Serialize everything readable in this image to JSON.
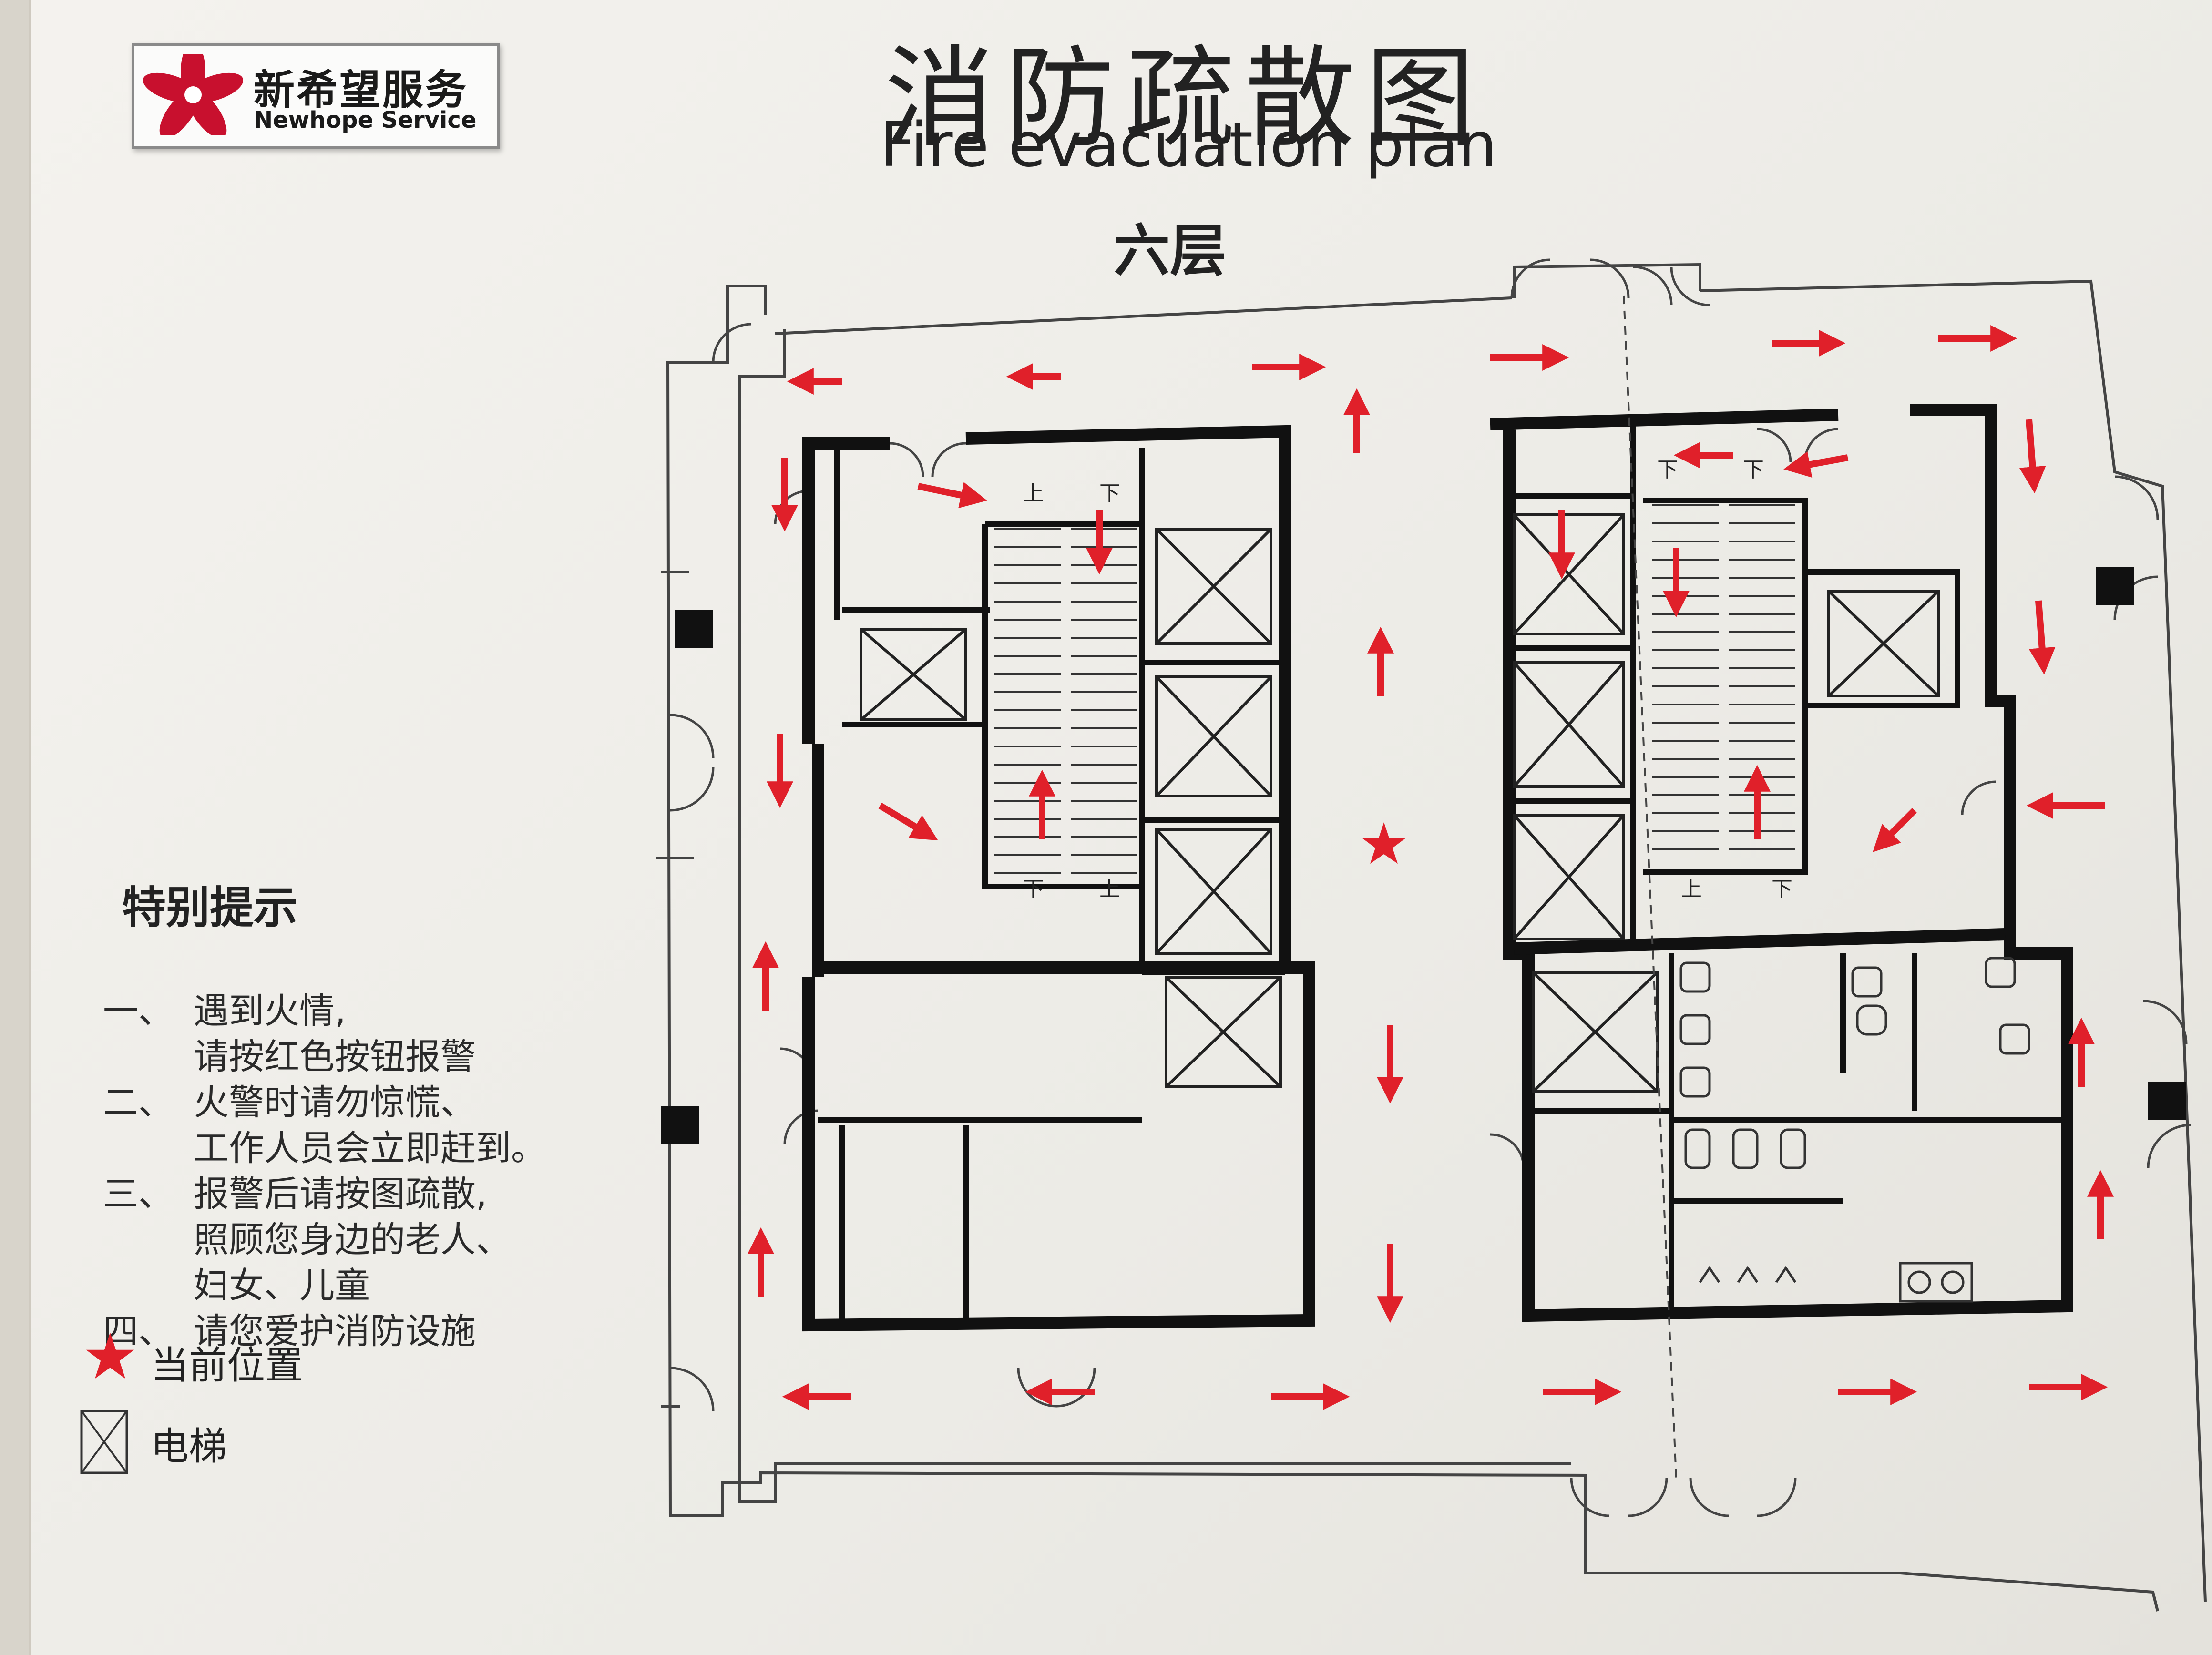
{
  "logo": {
    "name_cn": "新希望服务",
    "name_en": "Newhope Service"
  },
  "title": {
    "cn": "消防疏散图",
    "en": "Fire evacuation plan"
  },
  "floor": "六层",
  "notes": {
    "heading": "特别提示",
    "items": [
      {
        "num": "一、",
        "lines": [
          "遇到火情,",
          "请按红色按钮报警"
        ]
      },
      {
        "num": "二、",
        "lines": [
          "火警时请勿惊慌、",
          "工作人员会立即赶到。"
        ]
      },
      {
        "num": "三、",
        "lines": [
          "报警后请按图疏散,",
          "照顾您身边的老人、",
          "妇女、儿童"
        ]
      },
      {
        "num": "四、",
        "lines": [
          "请您爱护消防设施"
        ]
      }
    ]
  },
  "legend": {
    "current_position": "当前位置",
    "elevator": "电梯"
  },
  "stair_labels": {
    "up": "上",
    "down": "下"
  },
  "colors": {
    "arrow_red": "#e0202a",
    "wall_black": "#111111",
    "logo_red": "#c8102e"
  }
}
